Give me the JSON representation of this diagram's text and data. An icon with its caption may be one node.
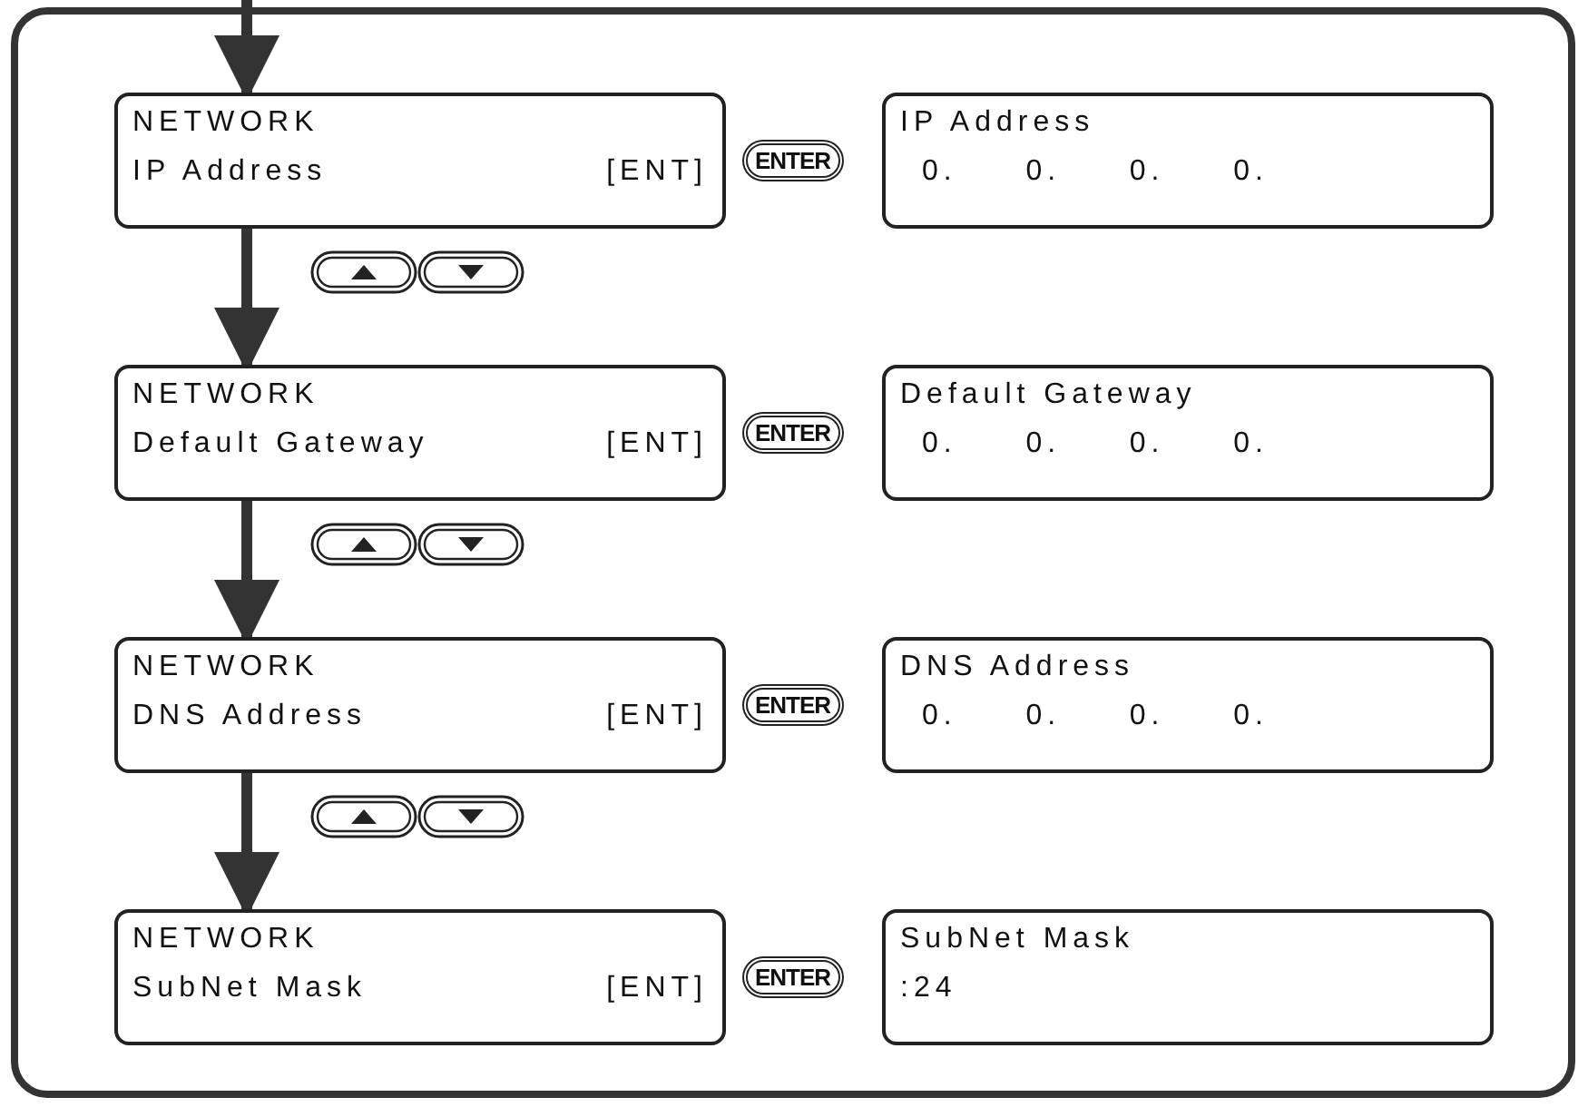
{
  "diagram": {
    "nodes": [
      {
        "text": [
          "NETWORK",
          "IP Address",
          "[ENT]"
        ]
      },
      {
        "text": [
          "IP Address",
          "0. 0. 0. 0."
        ]
      },
      {
        "text": [
          "NETWORK",
          "Default Gateway",
          "[ENT]"
        ]
      },
      {
        "text": [
          "Default Gateway",
          "0. 0. 0. 0."
        ]
      },
      {
        "text": [
          "NETWORK",
          "DNS Address",
          "[ENT]"
        ]
      },
      {
        "text": [
          "DNS Address",
          "0. 0. 0. 0."
        ]
      },
      {
        "text": [
          "NETWORK",
          "SubNet Mask",
          "[ENT]"
        ]
      },
      {
        "text": [
          "SubNet Mask",
          ":24"
        ]
      }
    ],
    "edges": [
      {
        "from": null,
        "to": 0,
        "arrow": "to"
      },
      {
        "from": 0,
        "to": 2,
        "arrow": "to"
      },
      {
        "from": 2,
        "to": 4,
        "arrow": "to"
      },
      {
        "from": 4,
        "to": 6,
        "arrow": "to"
      }
    ],
    "labels": [
      "ENTER",
      "ENTER",
      "ENTER",
      "ENTER"
    ]
  }
}
